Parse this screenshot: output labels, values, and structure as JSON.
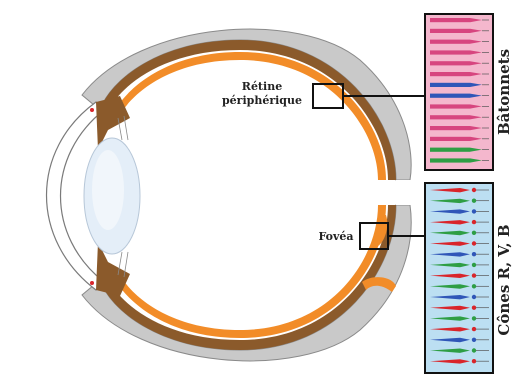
{
  "labels": {
    "peripheral_retina_line1": "Rétine",
    "peripheral_retina_line2": "périphérique",
    "fovea": "Fovéa",
    "rods_panel": "Bâtonnets",
    "cones_panel": "Cônes R, V, B"
  },
  "colors": {
    "sclera": "#c9c9c9",
    "sclera_edge": "#8a8a8a",
    "choroid": "#8b5a2b",
    "retina": "#f28c28",
    "lens": "#e4eef8",
    "rod": "#d7457f",
    "rod_bg": "#f4b7cd",
    "cone_red": "#d9252b",
    "cone_green": "#2e9e44",
    "cone_blue": "#2f56b8",
    "cone_bg": "#bcdff2",
    "frame": "#111111"
  },
  "icons": {
    "rods_panel": "photoreceptor-rods-icon",
    "cones_panel": "photoreceptor-cones-icon"
  }
}
